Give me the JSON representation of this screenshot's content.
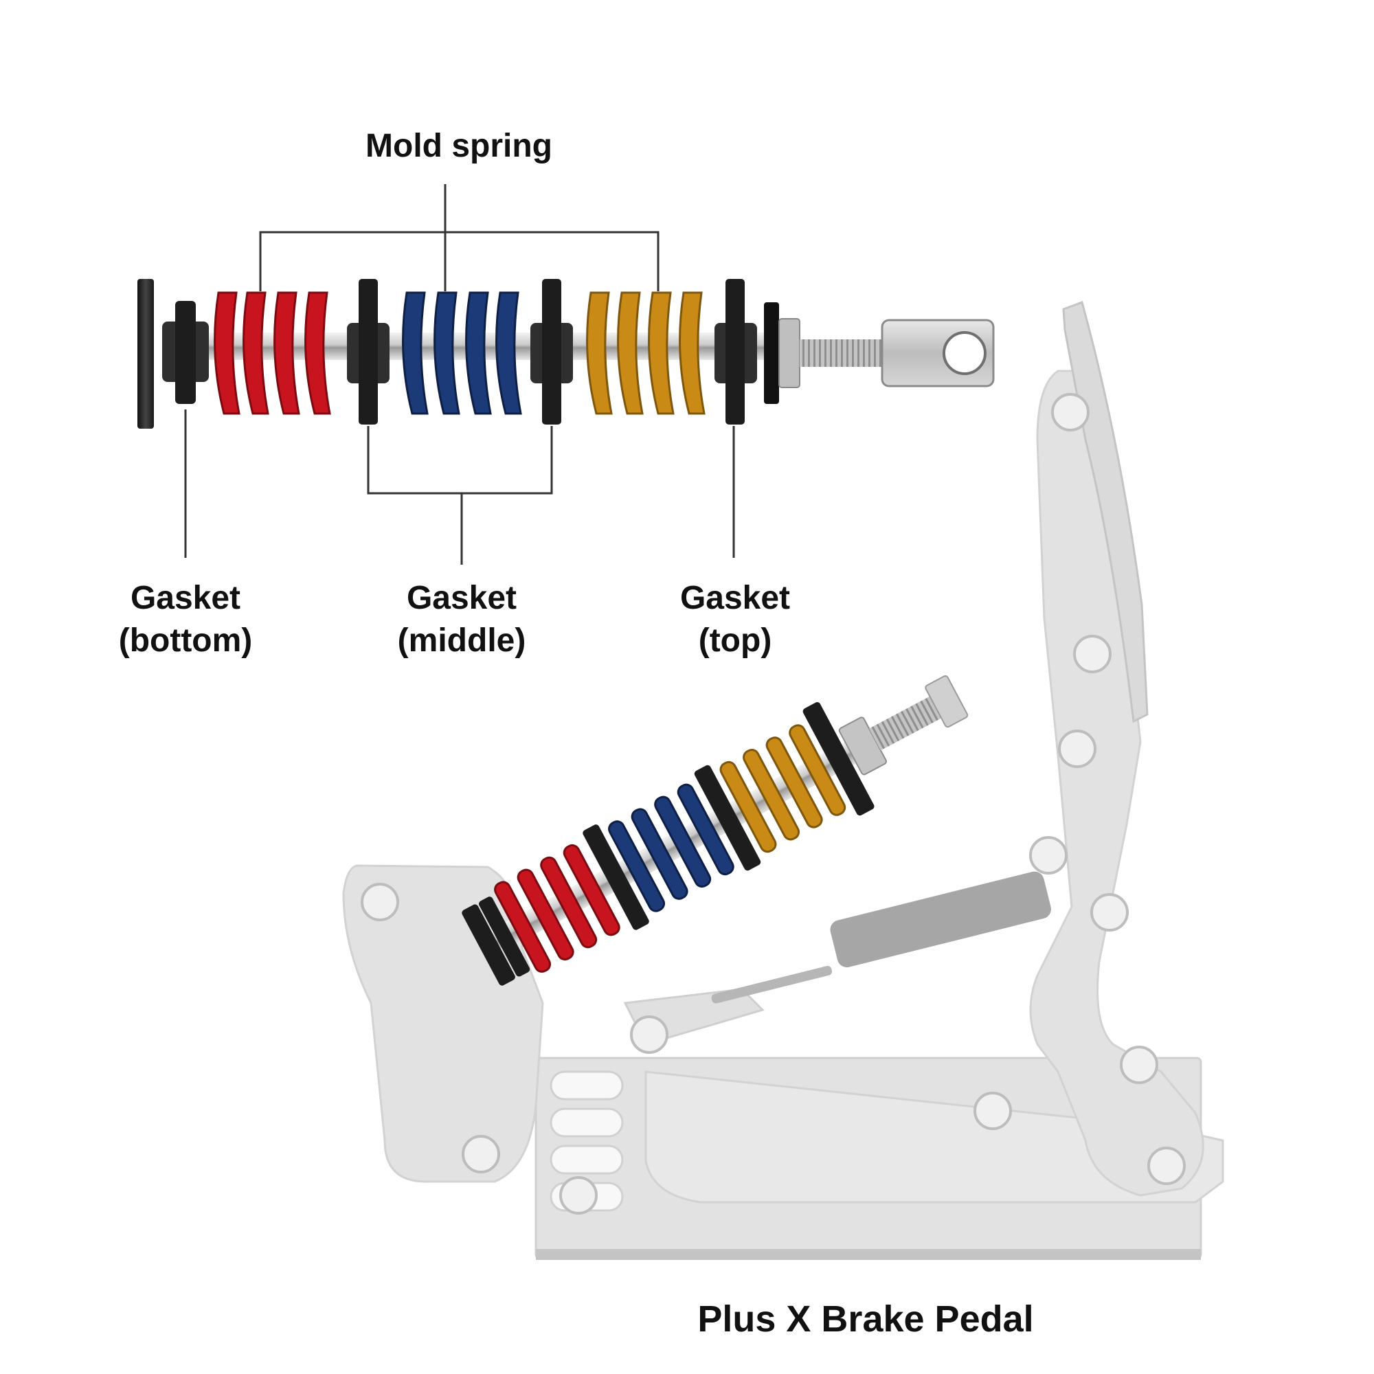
{
  "labels": {
    "mold_spring": "Mold spring",
    "gasket_bottom": {
      "line1": "Gasket",
      "line2": "(bottom)"
    },
    "gasket_middle": {
      "line1": "Gasket",
      "line2": "(middle)"
    },
    "gasket_top": {
      "line1": "Gasket",
      "line2": "(top)"
    }
  },
  "product_title": "Plus X Brake Pedal",
  "colors": {
    "spring_red": "#c8141e",
    "spring_blue": "#1c3a78",
    "spring_gold": "#c98a16",
    "gasket_black": "#2a2a2a",
    "pedal_frame": "#e2e2e2",
    "leader_line": "#333333"
  }
}
